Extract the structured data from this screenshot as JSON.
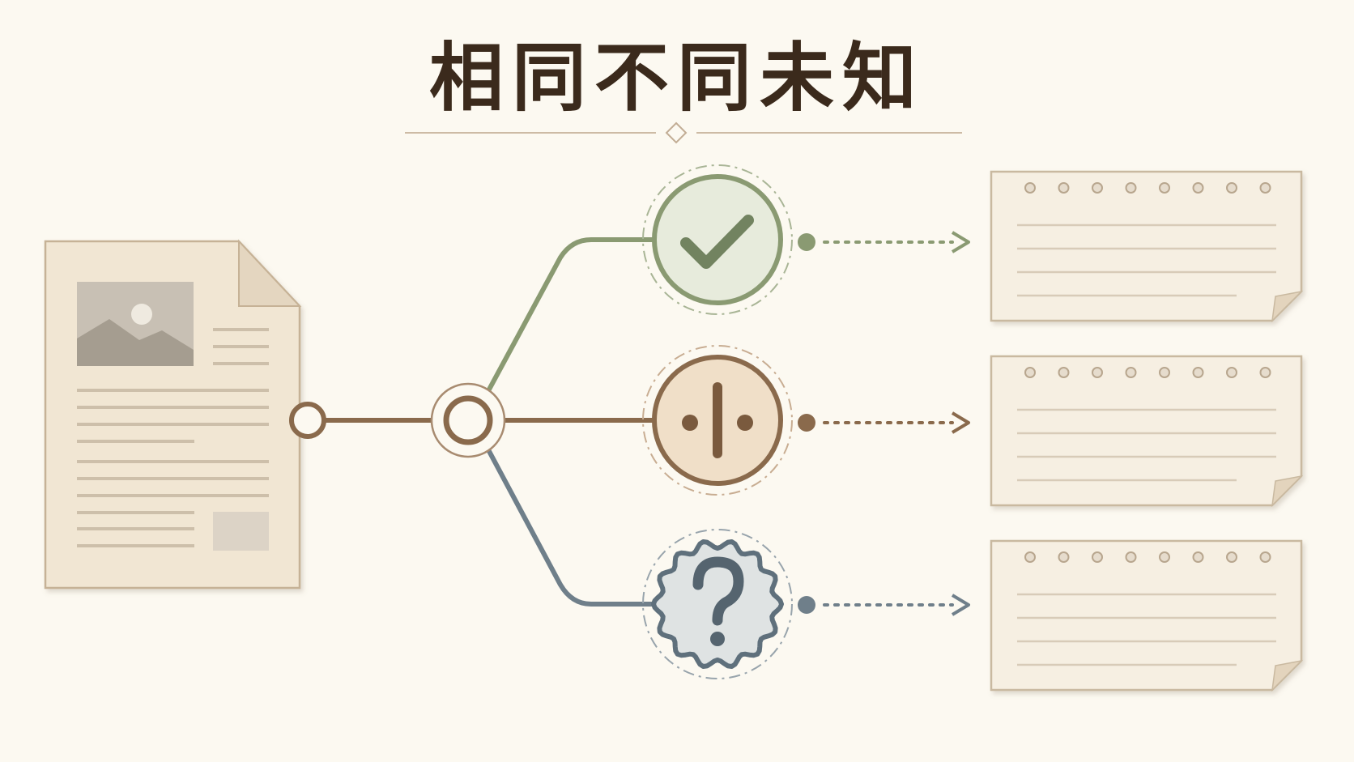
{
  "title": "相同不同未知",
  "colors": {
    "background": "#fcf9f1",
    "title": "#3b2a1c",
    "source_line": "#8a6a4c",
    "same": "#8a9a72",
    "different": "#8a6a4c",
    "unknown": "#6f7f8a",
    "paper": "#f4ecdd",
    "paper_edge": "#c9b9a0"
  },
  "branches": [
    {
      "id": "same",
      "icon": "check-icon",
      "color": "#8a9a72",
      "fill": "#e7ebdc"
    },
    {
      "id": "different",
      "icon": "divide-icon",
      "color": "#8a6a4c",
      "fill": "#f0dfc8"
    },
    {
      "id": "unknown",
      "icon": "question-icon",
      "color": "#6f7f8a",
      "fill": "#dfe3e3"
    }
  ],
  "icons": {
    "source": "document-icon",
    "hub": "junction-node-icon",
    "card": "notepad-card-icon"
  }
}
